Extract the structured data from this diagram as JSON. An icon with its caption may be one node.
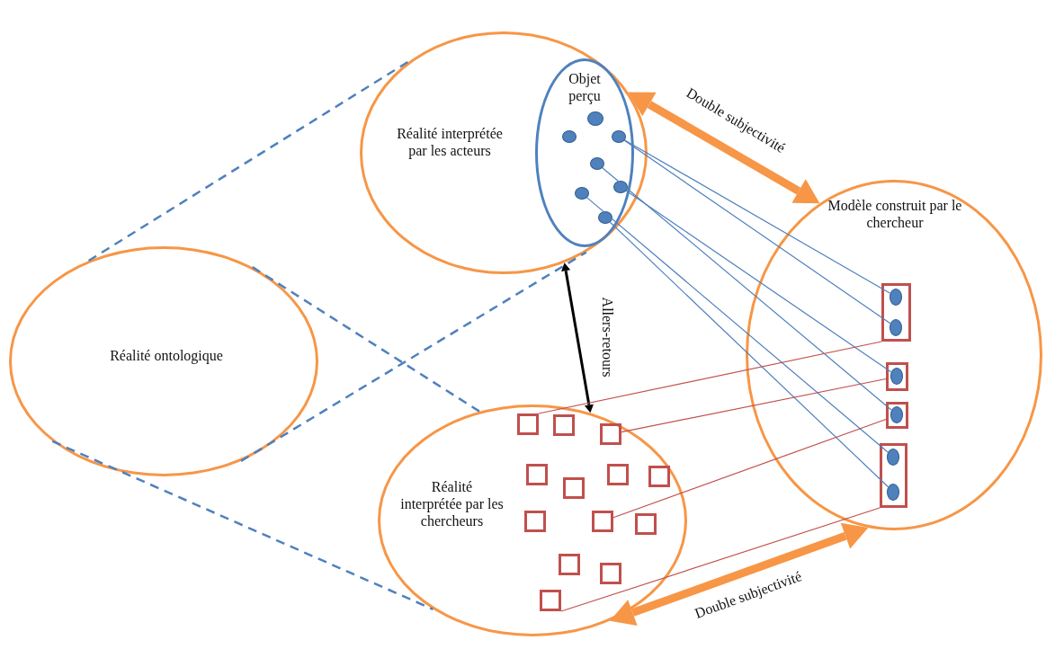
{
  "diagram": {
    "nodes": [
      {
        "text": [
          "Réalité ontologique"
        ]
      },
      {
        "text": [
          "Réalité interprétée par les acteurs"
        ]
      },
      {
        "text": [
          "Objet perçu"
        ],
        "in": 1
      },
      {
        "text": [],
        "shape": "circle",
        "in": 2
      },
      {
        "text": [],
        "shape": "circle",
        "in": 2
      },
      {
        "text": [],
        "shape": "circle",
        "in": 2
      },
      {
        "text": [],
        "shape": "circle",
        "in": 2
      },
      {
        "text": [],
        "shape": "circle",
        "in": 2
      },
      {
        "text": [],
        "shape": "circle",
        "in": 2
      },
      {
        "text": [],
        "shape": "circle",
        "in": 2
      },
      {
        "text": [
          "Modèle construit par le chercheur"
        ]
      },
      {
        "text": [],
        "shape": "box",
        "in": 10
      },
      {
        "text": [],
        "shape": "box",
        "in": 10
      },
      {
        "text": [],
        "shape": "box",
        "in": 10
      },
      {
        "text": [],
        "shape": "box",
        "in": 10
      },
      {
        "text": [],
        "shape": "circle",
        "in": 11
      },
      {
        "text": [],
        "shape": "circle",
        "in": 11
      },
      {
        "text": [],
        "shape": "circle",
        "in": 12
      },
      {
        "text": [],
        "shape": "circle",
        "in": 13
      },
      {
        "text": [],
        "shape": "circle",
        "in": 14
      },
      {
        "text": [],
        "shape": "circle",
        "in": 14
      },
      {
        "text": [
          "Réalité interprétée par les chercheurs"
        ]
      },
      {
        "text": [],
        "shape": "box",
        "in": 21
      },
      {
        "text": [],
        "shape": "box",
        "in": 21
      },
      {
        "text": [],
        "shape": "box",
        "in": 21
      },
      {
        "text": [],
        "shape": "box",
        "in": 21
      },
      {
        "text": [],
        "shape": "box",
        "in": 21
      },
      {
        "text": [],
        "shape": "box",
        "in": 21
      },
      {
        "text": [],
        "shape": "box",
        "in": 21
      },
      {
        "text": [],
        "shape": "box",
        "in": 21
      },
      {
        "text": [],
        "shape": "box",
        "in": 21
      },
      {
        "text": [],
        "shape": "box",
        "in": 21
      },
      {
        "text": [],
        "shape": "box",
        "in": 21
      },
      {
        "text": [],
        "shape": "box",
        "in": 21
      },
      {
        "text": [],
        "shape": "box",
        "in": 21
      }
    ],
    "edges": [
      {
        "from": 0,
        "to": 1,
        "arrow": "none",
        "style": "dashed"
      },
      {
        "from": 0,
        "to": 1,
        "arrow": "none",
        "style": "dashed"
      },
      {
        "from": 0,
        "to": 21,
        "arrow": "none",
        "style": "dashed"
      },
      {
        "from": 0,
        "to": 21,
        "arrow": "none",
        "style": "dashed"
      },
      {
        "from": 1,
        "to": 10,
        "arrow": "both",
        "label": "Double subjectivité",
        "style": "thick",
        "color": "#f79646"
      },
      {
        "from": 1,
        "to": 21,
        "arrow": "both",
        "label": "Allers-retours",
        "style": "thick",
        "color": "#000000"
      },
      {
        "from": 21,
        "to": 10,
        "arrow": "both",
        "label": "Double subjectivité",
        "style": "thick",
        "color": "#f79646"
      },
      {
        "from": 5,
        "to": 15,
        "arrow": "none"
      },
      {
        "from": 5,
        "to": 16,
        "arrow": "none"
      },
      {
        "from": 7,
        "to": 17,
        "arrow": "none"
      },
      {
        "from": 6,
        "to": 18,
        "arrow": "none"
      },
      {
        "from": 8,
        "to": 19,
        "arrow": "none"
      },
      {
        "from": 9,
        "to": 20,
        "arrow": "none"
      },
      {
        "from": 22,
        "to": 11,
        "arrow": "none",
        "color": "#c0504d"
      },
      {
        "from": 24,
        "to": 12,
        "arrow": "none",
        "color": "#c0504d"
      },
      {
        "from": 30,
        "to": 13,
        "arrow": "none",
        "color": "#c0504d"
      },
      {
        "from": 34,
        "to": 14,
        "arrow": "none",
        "color": "#c0504d"
      }
    ]
  }
}
